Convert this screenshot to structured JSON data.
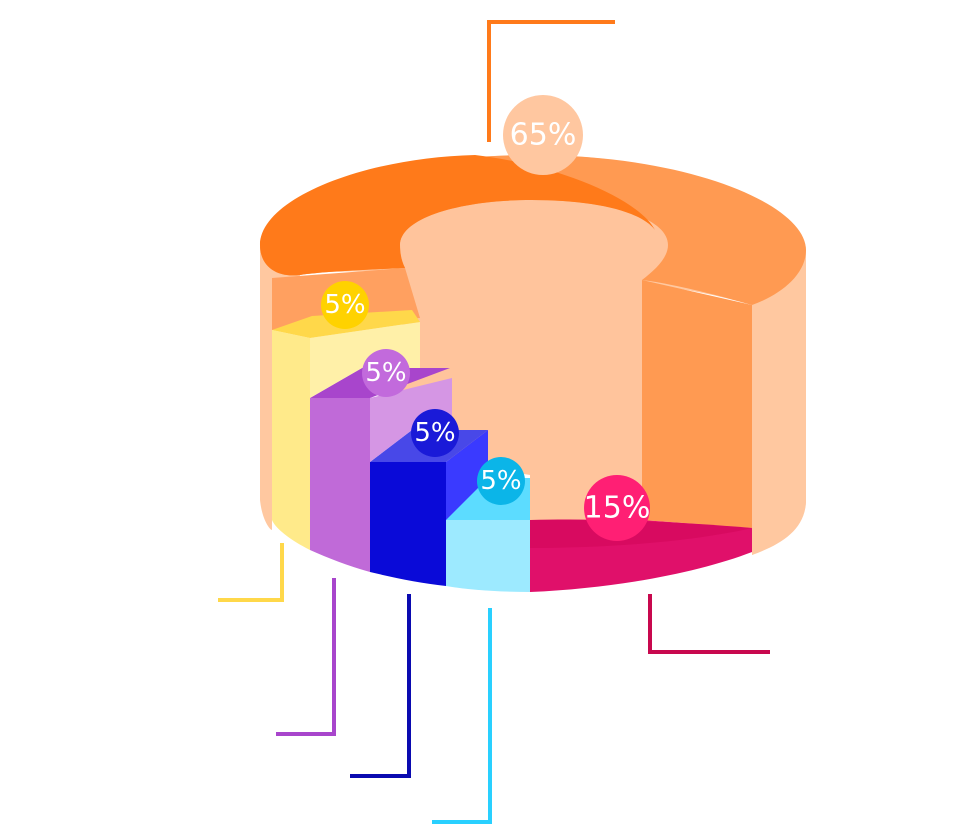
{
  "chart_data": {
    "type": "pie",
    "variant": "3d-donut",
    "title": "",
    "slices": [
      {
        "label": "65%",
        "value": 65,
        "color": "#ff7a1a",
        "badge_color": "#ffc7a0"
      },
      {
        "label": "15%",
        "value": 15,
        "color": "#e8126a",
        "badge_color": "#ff1f74"
      },
      {
        "label": "5%",
        "value": 5,
        "color": "#29d0ff",
        "badge_color": "#0bb5e8"
      },
      {
        "label": "5%",
        "value": 5,
        "color": "#1010e0",
        "badge_color": "#1a1ad8"
      },
      {
        "label": "5%",
        "value": 5,
        "color": "#b660d8",
        "badge_color": "#c26adc"
      },
      {
        "label": "5%",
        "value": 5,
        "color": "#ffe169",
        "badge_color": "#ffd200"
      }
    ]
  }
}
